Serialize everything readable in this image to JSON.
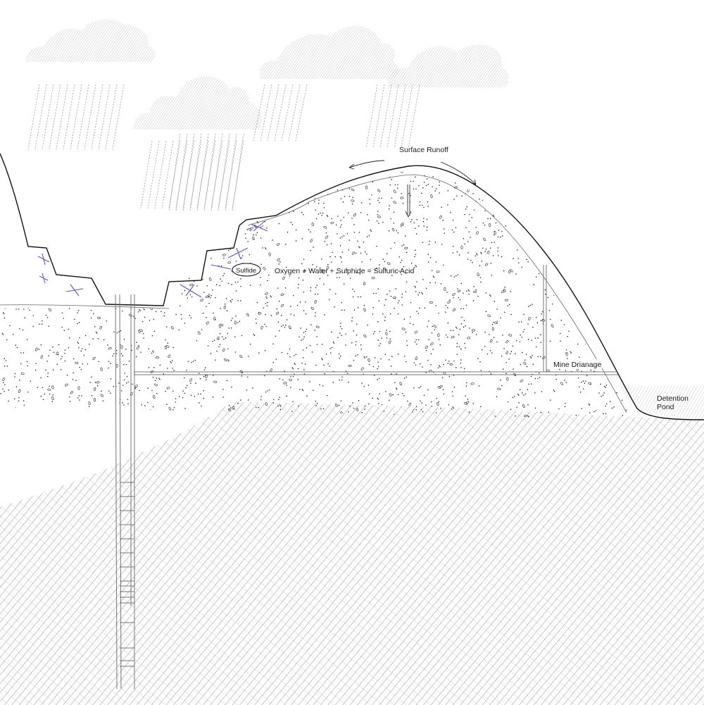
{
  "labels": {
    "surface_runoff": "Surface Runoff",
    "sulfide": "Sulfide",
    "equation": "Oxygen + Water + Sulphide = Sulfuric Acid",
    "mine_drainage": "Mine Drianage",
    "detention_line1": "Detention",
    "detention_line2": "Pond"
  },
  "colors": {
    "outline": "#111111",
    "hatch": "#8a8a8a",
    "speckle": "#2a2a2a",
    "rain": "#9a9a9a",
    "cloud_hatch": "#a8a8a8",
    "fracture_marks": "#6a4fb3",
    "pond_fill": "#d9d9d9",
    "shaft": "#777777"
  },
  "icons": {
    "runoff_left": "curved-arrow-left-icon",
    "runoff_right": "curved-arrow-right-icon",
    "infiltration": "down-arrow-icon"
  }
}
